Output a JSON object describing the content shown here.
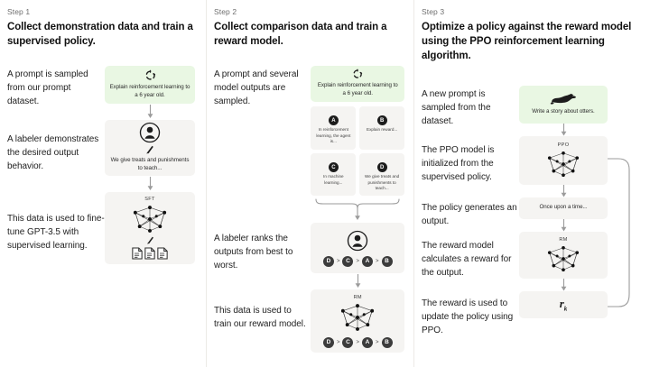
{
  "theme": {
    "background": "#ffffff",
    "card_gray": "#f5f4f2",
    "card_green": "#e9f7e3",
    "text": "#1a1a1a",
    "muted": "#6e6e6e",
    "badge": "#1c1c1c",
    "divider": "#eceae6"
  },
  "columns": [
    {
      "step_label": "Step 1",
      "title": "Collect demonstration data and train a supervised policy.",
      "captions": [
        "A prompt is sampled from our prompt dataset.",
        "A labeler demonstrates the desired output behavior.",
        "This data is used to fine-tune GPT-3.5 with supervised learning."
      ],
      "prompt_card": {
        "icon": "recycle-loop-icon",
        "text": "Explain reinforcement learning to a 6 year old."
      },
      "labeler_card": {
        "icon": "person-avatar-icon",
        "pen_icon": "pen-icon",
        "text": "We give treats and punishments to teach..."
      },
      "sft_card": {
        "tag": "SFT",
        "network_icon": "neural-network-icon",
        "pen_icon": "pen-icon",
        "docs_icon": "document-stack-icon"
      }
    },
    {
      "step_label": "Step 2",
      "title": "Collect comparison data and train a reward model.",
      "captions": [
        "A prompt and several model outputs are sampled.",
        "A labeler ranks the outputs from best to worst.",
        "This data is used to train our reward model."
      ],
      "prompt_card": {
        "icon": "recycle-loop-icon",
        "text": "Explain reinforcement learning to a 6 year old."
      },
      "options": [
        {
          "letter": "A",
          "text": "In reinforcement learning, the agent is..."
        },
        {
          "letter": "B",
          "text": "Explain reward..."
        },
        {
          "letter": "C",
          "text": "In machine learning..."
        },
        {
          "letter": "D",
          "text": "We give treats and punishments to teach..."
        }
      ],
      "ranking_card": {
        "icon": "person-avatar-icon",
        "ranking": [
          "D",
          "C",
          "A",
          "B"
        ],
        "separator": ">"
      },
      "rm_card": {
        "tag": "RM",
        "network_icon": "neural-network-icon",
        "ranking": [
          "D",
          "C",
          "A",
          "B"
        ],
        "separator": ">"
      }
    },
    {
      "step_label": "Step 3",
      "title": "Optimize a policy against the reward model using the PPO reinforcement learning algorithm.",
      "captions": [
        "A new prompt is sampled from the dataset.",
        "The PPO model is initialized from the supervised policy.",
        "The policy generates an output.",
        "The reward model calculates a reward for the output.",
        "The reward is used to update the policy using PPO."
      ],
      "prompt_card": {
        "icon": "otter-icon",
        "text": "Write a story about otters."
      },
      "ppo_card": {
        "tag": "PPO",
        "network_icon": "neural-network-icon"
      },
      "output_card": {
        "text": "Once upon a time..."
      },
      "rm_card": {
        "tag": "RM",
        "network_icon": "neural-network-icon"
      },
      "reward_card": {
        "symbol": "r",
        "subscript": "k"
      },
      "feedback_loop": "feedback-arrow-icon"
    }
  ]
}
